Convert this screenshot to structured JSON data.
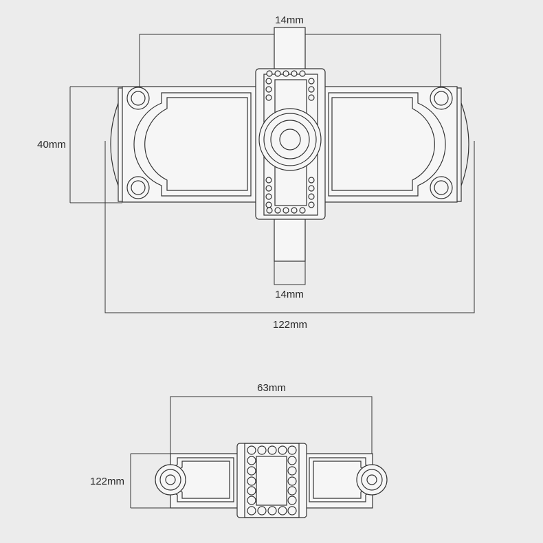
{
  "dimensions": {
    "top_view": {
      "shaft_width_top": "14mm",
      "height": "40mm",
      "shaft_width_bottom": "14mm",
      "overall_length": "122mm"
    },
    "bottom_view": {
      "hole_spacing": "63mm",
      "side_length": "122mm"
    }
  },
  "colors": {
    "background": "#ececec",
    "line": "#333333",
    "part_fill": "#f6f6f6"
  }
}
